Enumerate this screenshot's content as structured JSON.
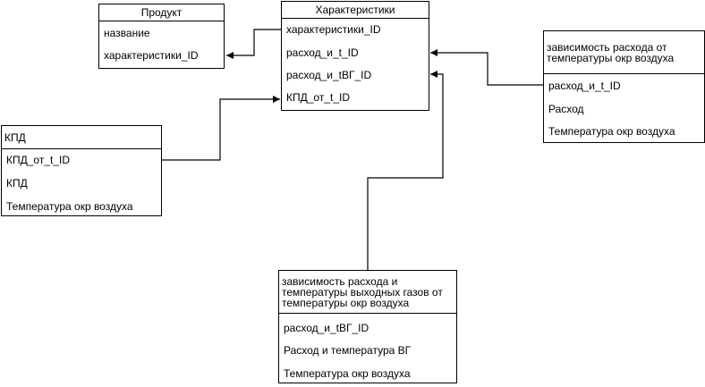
{
  "entities": {
    "product": {
      "title": "Продукт",
      "fields": [
        "название",
        "характеристики_ID"
      ]
    },
    "characteristics": {
      "title": "Характеристики",
      "fields": [
        "характеристики_ID",
        "расход_и_t_ID",
        "расход_и_tВГ_ID",
        "КПД_от_t_ID"
      ]
    },
    "efficiency": {
      "title": "КПД",
      "fields": [
        "КПД_от_t_ID",
        "КПД",
        "Температура окр воздуха"
      ]
    },
    "consumption_vs_temp": {
      "title_lines": [
        "зависимость расхода от",
        "температуры окр воздуха"
      ],
      "fields": [
        "расход_и_t_ID",
        "Расход",
        "Температура окр воздуха"
      ]
    },
    "consumption_exhaust_vs_temp": {
      "title_lines": [
        "зависимость расхода и",
        "температуры выходных газов от",
        "температуры окр воздуха"
      ],
      "fields": [
        "расход_и_tВГ_ID",
        "Расход и температура ВГ",
        "Температура окр воздуха"
      ]
    }
  },
  "colors": {
    "line": "#000000",
    "background": "#ffffff"
  }
}
